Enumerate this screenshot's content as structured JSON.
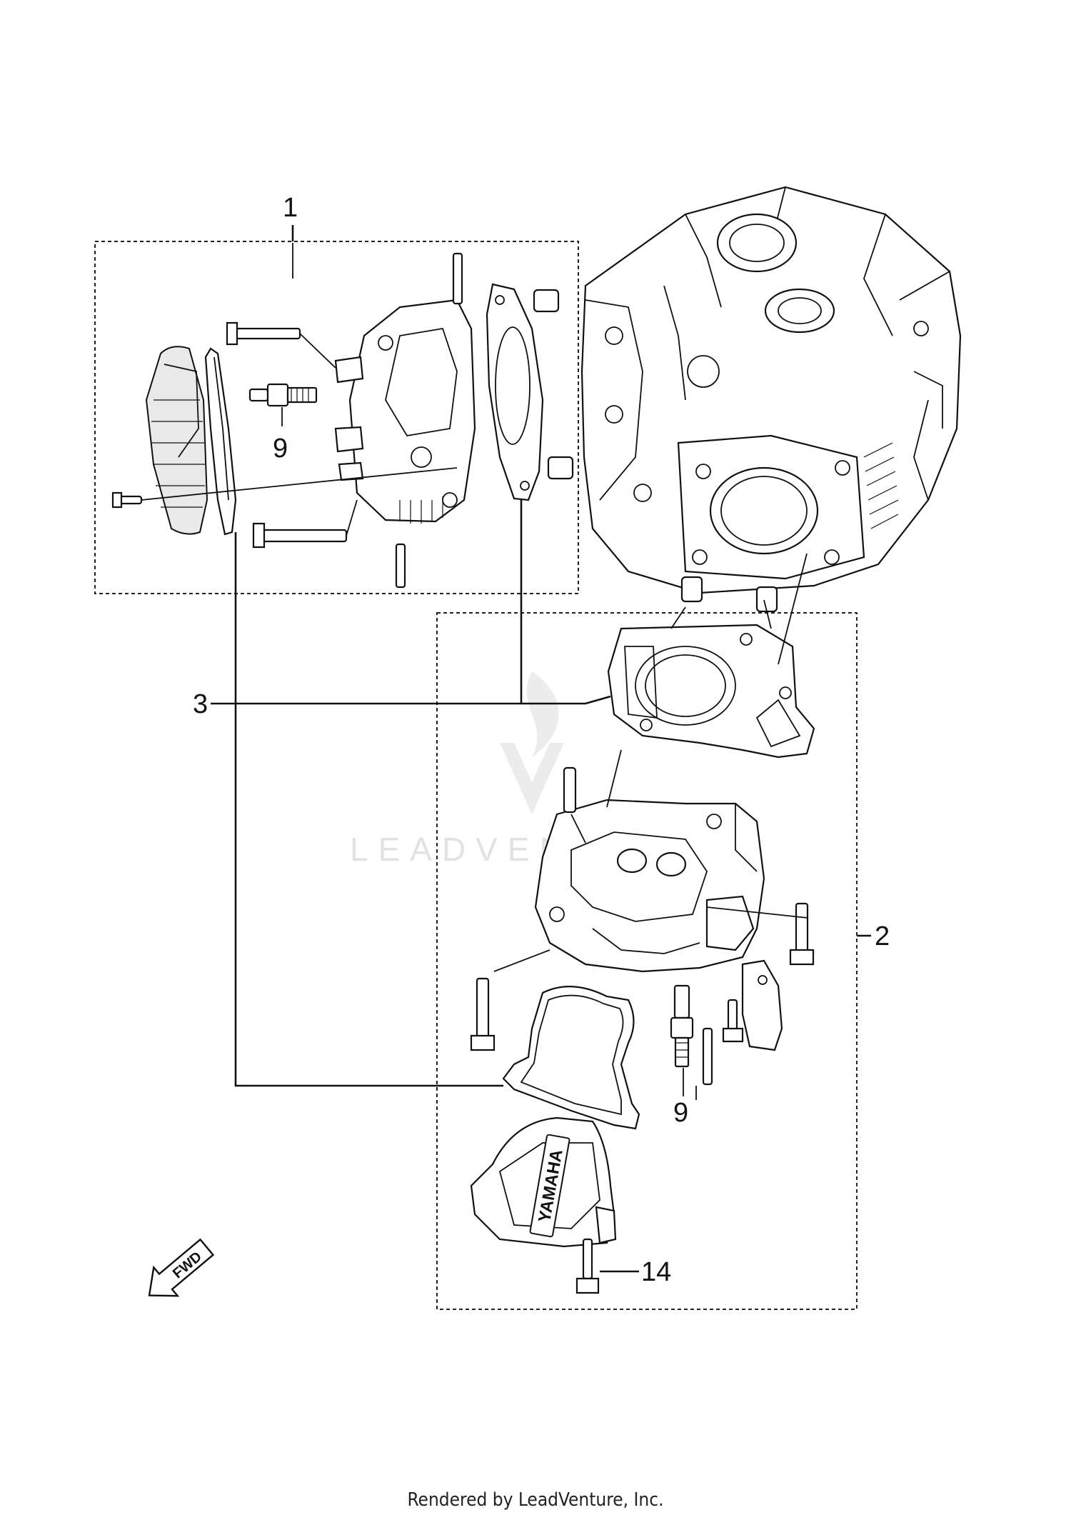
{
  "callouts": {
    "c1": "1",
    "c2": "2",
    "c3": "3",
    "c9_left": "9",
    "c9_right": "9",
    "c14": "14"
  },
  "fwd_label": "FWD",
  "cover_logo": "YAMAHA",
  "watermark": "LEADVENTURE",
  "footer": "Rendered by LeadVenture, Inc."
}
